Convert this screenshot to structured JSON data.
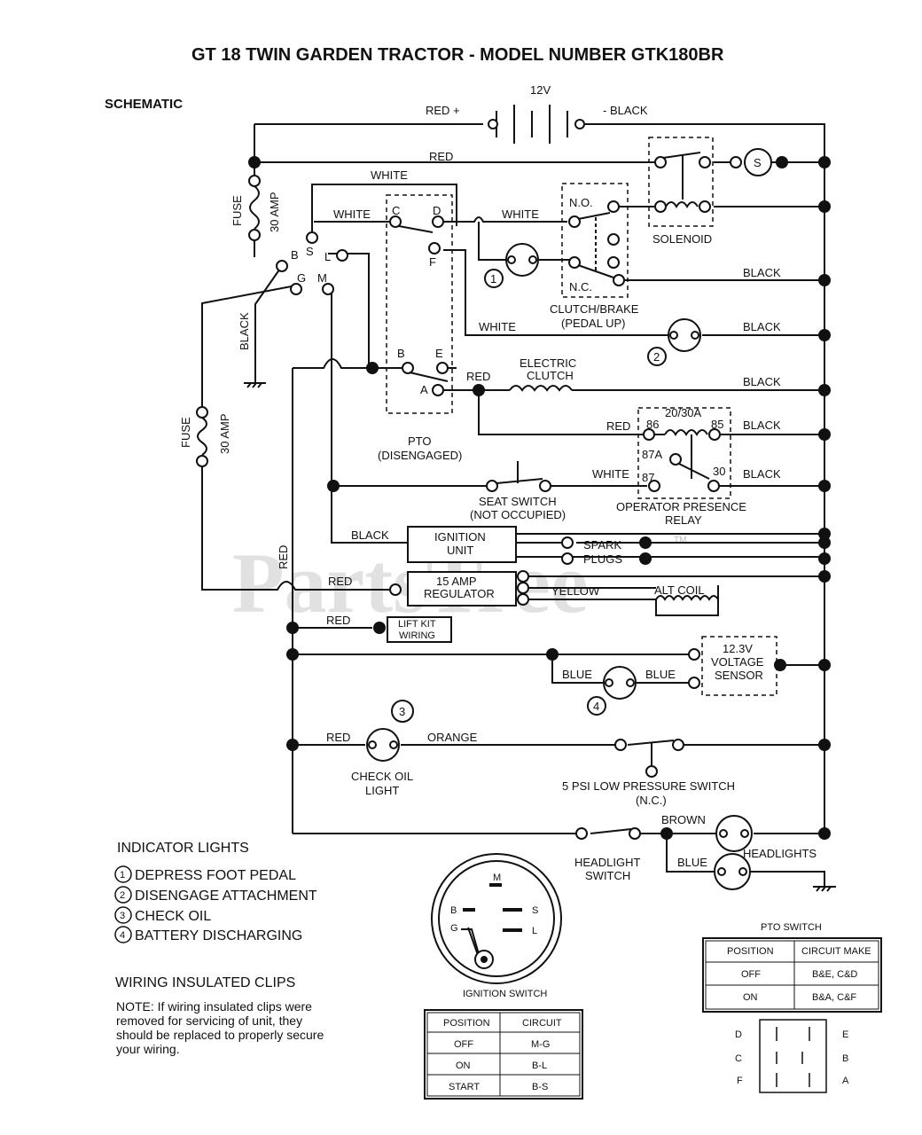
{
  "title": "GT 18 TWIN GARDEN TRACTOR - MODEL NUMBER GTK180BR",
  "section_label": "SCHEMATIC",
  "watermark": {
    "text": "PartsTree",
    "tm": "TM"
  },
  "battery": {
    "voltage": "12V",
    "pos_label": "RED +",
    "neg_label": "- BLACK"
  },
  "wires": {
    "red_top": "RED",
    "white_top": "WHITE",
    "white_c": "WHITE",
    "white_no": "WHITE",
    "black_sol": "BLACK",
    "white_ind2": "WHITE",
    "black_ind2": "BLACK",
    "red_clutch": "RED",
    "black_clutch": "BLACK",
    "red_relay": "RED",
    "black_85": "BLACK",
    "white_87": "WHITE",
    "black_30": "BLACK",
    "black_ign": "BLACK",
    "red_left": "RED",
    "red_reg": "RED",
    "yellow": "YELLOW",
    "red_lift": "RED",
    "blue_l": "BLUE",
    "blue_r": "BLUE",
    "red_oil": "RED",
    "orange": "ORANGE",
    "brown": "BROWN",
    "blue_head": "BLUE",
    "black_ground": "BLACK"
  },
  "fuse1": {
    "label": "FUSE",
    "rating": "30 AMP"
  },
  "fuse2": {
    "label": "FUSE",
    "rating": "30 AMP"
  },
  "ignition_terminals": {
    "b": "B",
    "s": "S",
    "l": "L",
    "g": "G",
    "m": "M"
  },
  "solenoid": {
    "label": "SOLENOID",
    "starter": "S"
  },
  "clutch_brake": {
    "no": "N.O.",
    "nc": "N.C.",
    "label1": "CLUTCH/BRAKE",
    "label2": "(PEDAL UP)"
  },
  "pto": {
    "c": "C",
    "d": "D",
    "f": "F",
    "b": "B",
    "e": "E",
    "a": "A",
    "label1": "PTO",
    "label2": "(DISENGAGED)"
  },
  "electric_clutch": {
    "line1": "ELECTRIC",
    "line2": "CLUTCH"
  },
  "relay": {
    "rating": "20/30A",
    "t86": "86",
    "t85": "85",
    "t87a": "87A",
    "t87": "87",
    "t30": "30",
    "label1": "OPERATOR PRESENCE",
    "label2": "RELAY"
  },
  "seat_switch": {
    "label1": "SEAT SWITCH",
    "label2": "(NOT OCCUPIED)"
  },
  "ignition_unit": {
    "line1": "IGNITION",
    "line2": "UNIT"
  },
  "spark_plugs": {
    "line1": "SPARK",
    "line2": "PLUGS"
  },
  "regulator": {
    "line1": "15 AMP",
    "line2": "REGULATOR"
  },
  "alt_coil": "ALT COIL",
  "lift_kit": {
    "line1": "LIFT KIT",
    "line2": "WIRING"
  },
  "voltage_sensor": {
    "line1": "12.3V",
    "line2": "VOLTAGE",
    "line3": "SENSOR"
  },
  "indicator_numbers": {
    "n1": "1",
    "n2": "2",
    "n3": "3",
    "n4": "4"
  },
  "check_oil": {
    "line1": "CHECK OIL",
    "line2": "LIGHT"
  },
  "low_pressure_switch": {
    "line1": "5 PSI LOW PRESSURE SWITCH",
    "line2": "(N.C.)"
  },
  "headlight_switch": {
    "line1": "HEADLIGHT",
    "line2": "SWITCH"
  },
  "headlights": "HEADLIGHTS",
  "indicator_lights": {
    "heading": "INDICATOR LIGHTS",
    "items": [
      {
        "num": "1",
        "text": "DEPRESS FOOT PEDAL"
      },
      {
        "num": "2",
        "text": "DISENGAGE ATTACHMENT"
      },
      {
        "num": "3",
        "text": "CHECK OIL"
      },
      {
        "num": "4",
        "text": "BATTERY DISCHARGING"
      }
    ]
  },
  "wiring_clips": {
    "heading": "WIRING INSULATED CLIPS",
    "note": [
      "NOTE: If wiring insulated clips were",
      "removed for servicing of unit, they",
      "should be replaced to properly secure",
      "your wiring."
    ]
  },
  "ignition_switch": {
    "caption": "IGNITION SWITCH",
    "terminals": {
      "m": "M",
      "b": "B",
      "s": "S",
      "g": "G",
      "l": "L"
    },
    "table": {
      "headers": [
        "POSITION",
        "CIRCUIT"
      ],
      "rows": [
        [
          "OFF",
          "M-G"
        ],
        [
          "ON",
          "B-L"
        ],
        [
          "START",
          "B-S"
        ]
      ]
    }
  },
  "pto_switch": {
    "caption": "PTO SWITCH",
    "table": {
      "headers": [
        "POSITION",
        "CIRCUIT MAKE"
      ],
      "rows": [
        [
          "OFF",
          "B&E, C&D"
        ],
        [
          "ON",
          "B&A, C&F"
        ]
      ]
    },
    "pins_left": [
      "D",
      "C",
      "F"
    ],
    "pins_right": [
      "E",
      "B",
      "A"
    ]
  }
}
